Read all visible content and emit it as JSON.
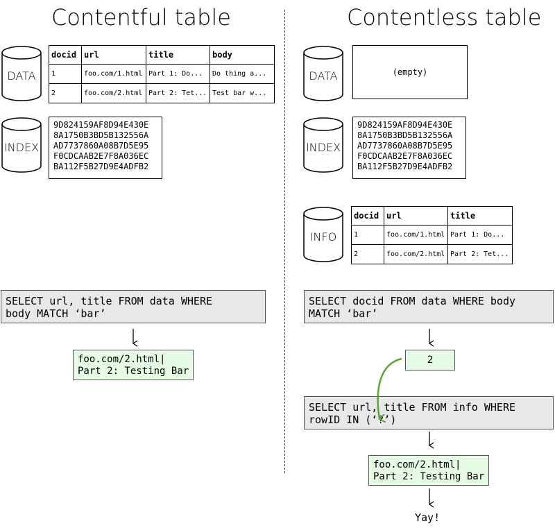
{
  "left": {
    "title": "Contentful table",
    "data_label": "DATA",
    "index_label": "INDEX",
    "data_table": {
      "headers": [
        "docid",
        "url",
        "title",
        "body"
      ],
      "rows": [
        [
          "1",
          "foo.com/1.html",
          "Part 1: Do...",
          "Do thing a..."
        ],
        [
          "2",
          "foo.com/2.html",
          "Part 2: Tet...",
          "Test bar w..."
        ]
      ]
    },
    "index_hashes": [
      "9D824159AF8D94E430E",
      "8A1750B3BD5B132556A",
      "AD7737860A08B7D5E95",
      "F0CDCAAB2E7F8A036EC",
      "BA112F5B27D9E4ADFB2"
    ],
    "query_lines": [
      "SELECT url, title FROM data WHERE",
      "body MATCH ‘bar’"
    ],
    "result_lines": [
      "foo.com/2.html|",
      "Part 2: Testing Bar"
    ]
  },
  "right": {
    "title": "Contentless table",
    "data_label": "DATA",
    "index_label": "INDEX",
    "info_label": "INFO",
    "empty_text": "(empty)",
    "index_hashes": [
      "9D824159AF8D94E430E",
      "8A1750B3BD5B132556A",
      "AD7737860A08B7D5E95",
      "F0CDCAAB2E7F8A036EC",
      "BA112F5B27D9E4ADFB2"
    ],
    "info_table": {
      "headers": [
        "docid",
        "url",
        "title"
      ],
      "rows": [
        [
          "1",
          "foo.com/1.html",
          "Part 1: Do..."
        ],
        [
          "2",
          "foo.com/2.html",
          "Part 2: Tet..."
        ]
      ]
    },
    "query1_lines": [
      "SELECT docid FROM data WHERE body",
      "MATCH ‘bar’"
    ],
    "docid_result": "2",
    "query2_lines": [
      "SELECT url, title FROM info WHERE",
      "rowID IN (‘?’)"
    ],
    "result_lines": [
      "foo.com/2.html|",
      "Part 2: Testing Bar"
    ],
    "yay": "Yay!"
  },
  "colors": {
    "query_bg": "#e8e8e8",
    "result_bg": "#e6fbe4",
    "green_arrow": "#5aa832"
  }
}
